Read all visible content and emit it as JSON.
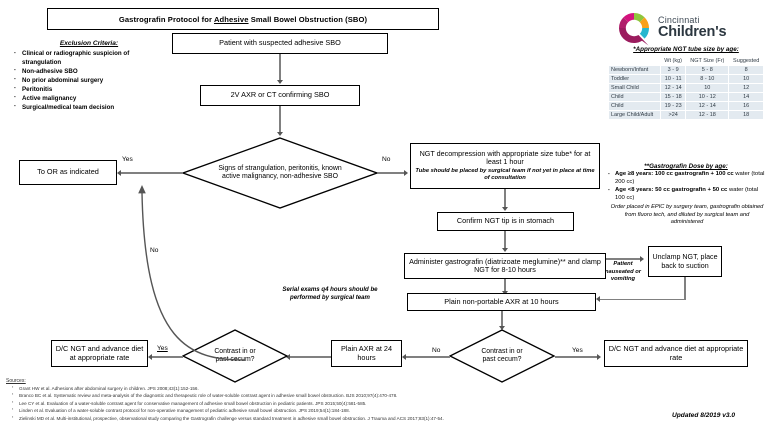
{
  "title": {
    "before": "Gastrografin Protocol for ",
    "underlined": "Adhesive",
    "after": " Small Bowel Obstruction (SBO)"
  },
  "exclusion": {
    "heading": "Exclusion Criteria:",
    "items": [
      "Clinical or radiographic suspicion of strangulation",
      "Non-adhesive SBO",
      "No prior abdominal surgery",
      "Peritonitis",
      "Active malignancy",
      "Surgical/medical team decision"
    ]
  },
  "flow": {
    "node_suspected_sbo": "Patient with suspected adhesive SBO",
    "node_confirm_sbo": "2V AXR or CT confirming SBO",
    "decision_strangulation": "Signs of strangulation, peritonitis, known active malignancy, non-adhesive SBO",
    "node_to_or": "To OR as indicated",
    "node_ngt_decompression_main": "NGT decompression with appropriate size tube* for at least 1 hour",
    "node_ngt_decompression_sub": "Tube should be placed by surgical team if not yet in place at time of consultation",
    "node_confirm_tip": "Confirm NGT tip is in stomach",
    "node_administer": "Administer gastrografin (diatrizoate meglumine)** and clamp NGT for 8-10 hours",
    "node_unclamp": "Unclamp NGT, place back to suction",
    "node_axr_10": "Plain non-portable AXR at 10 hours",
    "node_axr_24": "Plain AXR at 24 hours",
    "decision_contrast_1": "Contrast in or past cecum?",
    "decision_contrast_2": "Contrast in or past cecum?",
    "node_dc_left": "D/C NGT and advance diet at appropriate rate",
    "node_dc_right": "D/C NGT and advance diet at appropriate rate",
    "note_serial_exams": "Serial exams q4 hours should be performed by surgical team",
    "labels": {
      "yes_top": "Yes",
      "no_top": "No",
      "no_loop": "No",
      "patient_nauseated": "Patient nauseated or vomiting",
      "yes_left": "Yes",
      "no_mid": "No",
      "yes_right": "Yes"
    }
  },
  "logo": {
    "line1": "Cincinnati",
    "line2": "Children's"
  },
  "ngt_table": {
    "heading": "*Appropriate NGT tube size by age:",
    "columns": [
      "",
      "Wt (kg)",
      "NGT Size (Fr)",
      "Suggested"
    ],
    "rows": [
      [
        "Newborn/Infant",
        "3 - 9",
        "5 - 8",
        "8"
      ],
      [
        "Toddler",
        "10 - 11",
        "8 - 10",
        "10"
      ],
      [
        "Small Child",
        "12 - 14",
        "10",
        "12"
      ],
      [
        "Child",
        "15 - 18",
        "10 - 12",
        "14"
      ],
      [
        "Child",
        "19 - 23",
        "12 - 14",
        "16"
      ],
      [
        "Large Child/Adult",
        ">24",
        "12 - 18",
        "18"
      ]
    ]
  },
  "dose": {
    "heading": "**Gastrografin Dose by age:",
    "items": [
      {
        "bold": "Age ≥8 years: 100 cc gastrografin + 100 cc",
        "rest": "water (total 200 cc)"
      },
      {
        "bold": "Age <8 years: 50 cc gastrografin + 50 cc",
        "rest": "water (total 100 cc)"
      }
    ],
    "note": "Order placed in EPIC by surgery team, gastrografin obtained from fluoro tech, and diluted by surgical team and administered"
  },
  "sources": {
    "heading": "Sources:",
    "items": [
      "Grant HW et al. Adhesions after abdominal surgery in children. JPS 2008;43(1):152-156.",
      "Branco BC et al. Systematic review and meta-analysis of the diagnostic and therapeutic role of water-soluble contrast agent in adhesive small bowel obstruction. BJS 2010;97(4):470-478.",
      "Lee CY et al. Evaluation of a water-soluble contrast agent for conservative management of adhesive small bowel obstruction in pediatric patients. JPS 2015;50(4):581-585.",
      "Linden et al. Evaluation of a water-soluble contrast protocol for non-operative management of pediatric adhesive small bowel obstruction. JPS 2019;54(1):184-188.",
      "Zielinski MD et al. Multi-institutional, prospective, observational study comparing the Gastrografin challenge versus standard treatment in adhesive small bowel obstruction. J Trauma and ACS 2017;83(1):47-54."
    ]
  },
  "footer": {
    "updated": "Updated 8/2019 v3.0"
  }
}
